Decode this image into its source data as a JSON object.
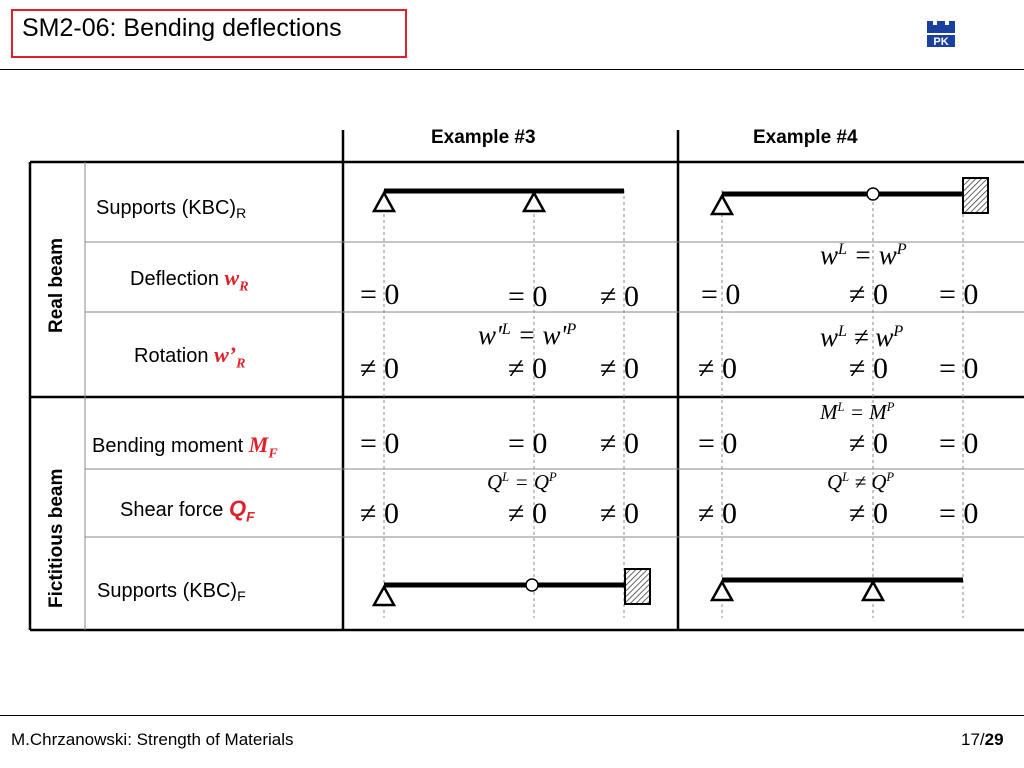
{
  "title": "SM2-06: Bending deflections",
  "logo": {
    "icon": "university-logo-icon",
    "text": "PK"
  },
  "footer": {
    "author": "M.Chrzanowski: Strength of Materials",
    "page_current": "17/",
    "page_total": "29"
  },
  "headers": {
    "example3": "Example #3",
    "example4": "Example #4"
  },
  "groups": {
    "real": "Real beam",
    "fictitious": "Fictitious beam"
  },
  "rows": {
    "supports_r": {
      "label": "Supports (KBC)",
      "sub": "R"
    },
    "deflection": {
      "label": "Deflection ",
      "sym": "w",
      "sub": "R"
    },
    "rotation": {
      "label": "Rotation ",
      "sym": "w’",
      "sub": "R"
    },
    "moment": {
      "label": "Bending moment ",
      "sym": "M",
      "sub": "F"
    },
    "shear": {
      "label": "Shear force ",
      "sym": "Q",
      "sub": "F"
    },
    "supports_f": {
      "label": "Supports (KBC)",
      "sub": "F"
    }
  },
  "conditions": {
    "deflection": [
      "= 0",
      "= 0",
      "≠ 0",
      "= 0",
      "≠ 0",
      "= 0"
    ],
    "rotation": [
      "≠ 0",
      "≠ 0",
      "≠ 0",
      "≠ 0",
      "≠ 0",
      "= 0"
    ],
    "moment": [
      "= 0",
      "= 0",
      "≠ 0",
      "= 0",
      "≠ 0",
      "= 0"
    ],
    "shear": [
      "≠ 0",
      "≠ 0",
      "≠ 0",
      "≠ 0",
      "≠ 0",
      "= 0"
    ]
  },
  "relations": {
    "ex3_rotation": {
      "base": "w'",
      "mid": " = w'"
    },
    "ex4_deflection": {
      "base": "w",
      "mid": " = w"
    },
    "ex4_rotation": {
      "base": "w",
      "mid": " ≠ w"
    },
    "ex4_moment": {
      "base": "M",
      "mid": " = M"
    },
    "ex3_shear": {
      "base": "Q",
      "mid": " = Q"
    },
    "ex4_shear": {
      "base": "Q",
      "mid": " ≠ Q"
    },
    "sup_left": "L",
    "sup_right": "P"
  },
  "colors": {
    "accent": "#e0202a",
    "line": "#000000"
  }
}
